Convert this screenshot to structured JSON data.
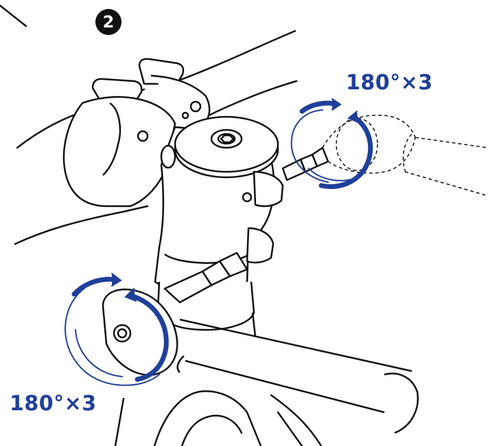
{
  "step": {
    "number": "2"
  },
  "rotations": {
    "upper_label": "180°×3",
    "lower_label": "180°×3"
  },
  "colors": {
    "line": "#111111",
    "accent": "#1f3f99",
    "background": "#ffffff"
  }
}
